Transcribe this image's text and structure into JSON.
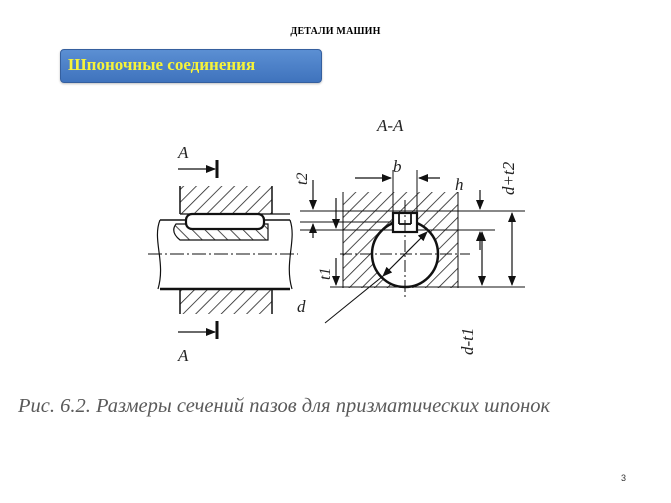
{
  "header": {
    "title": "ДЕТАЛИ МАШИН"
  },
  "banner": {
    "title": "Шпоночные соединения"
  },
  "figure": {
    "section_label": "A-A",
    "labels": {
      "a_top": "A",
      "a_bottom": "A",
      "b": "b",
      "t2": "t2",
      "t1": "t1",
      "h": "h",
      "d": "d",
      "d_plus_t2": "d+t2",
      "d_minus_t1": "d-t1"
    },
    "caption": "Рис. 6.2. Размеры сечений пазов для призматических шпонок"
  },
  "footer": {
    "page_number": "3"
  },
  "colors": {
    "banner": "#4a7fc8",
    "banner_text": "#f6f33a"
  }
}
